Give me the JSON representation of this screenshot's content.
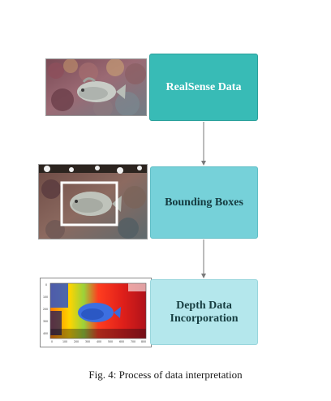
{
  "figure": {
    "caption": "Fig. 4: Process of data interpretation"
  },
  "stages": [
    {
      "label": "RealSense Data",
      "thumbnail": "underwater-fish-photo"
    },
    {
      "label": "Bounding Boxes",
      "thumbnail": "fish-photo-with-bounding-box"
    },
    {
      "label": "Depth Data\nIncorporation",
      "thumbnail": "depth-map-plot"
    }
  ],
  "depth_plot": {
    "x_ticks": [
      "0",
      "100",
      "200",
      "300",
      "400",
      "500",
      "600",
      "700",
      "800"
    ],
    "y_ticks": [
      "0",
      "100",
      "200",
      "300",
      "400"
    ]
  },
  "colors": {
    "stage_1": "#38bbb6",
    "stage_2": "#76d1d9",
    "stage_3": "#b4e7ec",
    "connector": "#7a7a7a",
    "bounding_box": "#ffffff"
  }
}
